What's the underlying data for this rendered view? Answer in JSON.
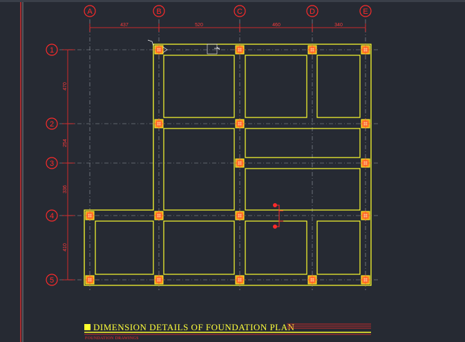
{
  "colors": {
    "background": "#262a33",
    "structure": "#ffff2e",
    "annotation": "#ff2222",
    "axis": "#9aa0a8",
    "column_fill": "#ff8a1a"
  },
  "grid": {
    "columns": [
      "A",
      "B",
      "C",
      "D",
      "E"
    ],
    "rows": [
      "1",
      "2",
      "3",
      "4",
      "5"
    ]
  },
  "dimensions": {
    "horizontal": [
      "437",
      "520",
      "460",
      "340"
    ],
    "vertical": [
      "470",
      "254",
      "336",
      "410"
    ]
  },
  "title_block": {
    "title": "DIMENSION DETAILS OF FOUNDATION PLAN",
    "subtitle": "FOUNDATION DRAWINGS"
  }
}
